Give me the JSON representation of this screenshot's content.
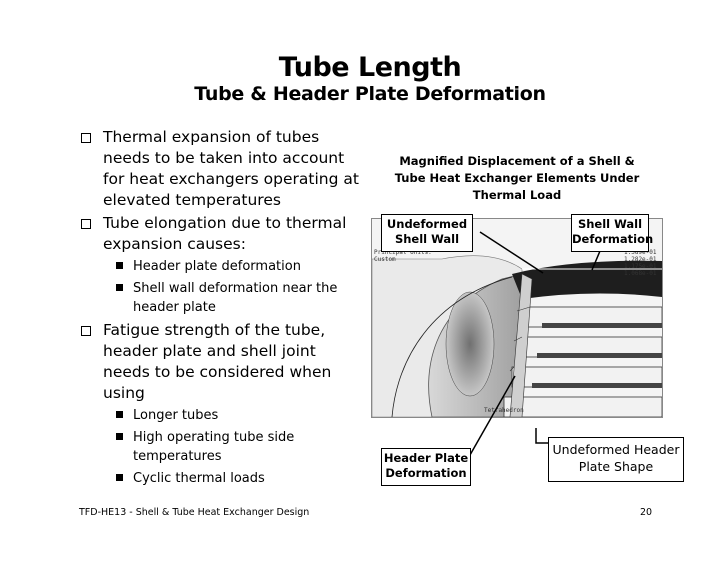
{
  "slide": {
    "title": "Tube Length",
    "subtitle": "Tube & Header Plate Deformation"
  },
  "bullets": [
    {
      "text": "Thermal expansion of tubes needs to be taken into account for heat exchangers operating at elevated temperatures",
      "level": 1
    },
    {
      "text": "Tube elongation due to thermal expansion causes:",
      "level": 1
    },
    {
      "text": "Header plate deformation",
      "level": 2
    },
    {
      "text": "Shell wall deformation near the header plate",
      "level": 2
    },
    {
      "text": "Fatigue strength of the tube, header plate and shell joint needs to be considered when using",
      "level": 1
    },
    {
      "text": "Longer tubes",
      "level": 2
    },
    {
      "text": "High operating tube side temperatures",
      "level": 2
    },
    {
      "text": "Cyclic thermal loads",
      "level": 2
    }
  ],
  "figure": {
    "caption": "Magnified Displacement of a Shell & Tube Heat Exchanger Elements Under Thermal Load",
    "legend_title": "Principal Units:",
    "legend_sub": "Custom",
    "legend_values": [
      "1.389e-01",
      "1.282e-01",
      "1.175e-01",
      "1.068e-01"
    ],
    "axis_note": "Tetrahedron",
    "callouts": {
      "undeformed_shell_wall": "Undeformed Shell Wall",
      "shell_wall_deformation": "Shell Wall Deformation",
      "header_plate_deformation": "Header Plate Deformation",
      "undeformed_header_plate_shape": "Undeformed Header Plate Shape"
    }
  },
  "footer": {
    "left": "TFD-HE13 - Shell & Tube Heat Exchanger Design",
    "page": "20"
  },
  "colors": {
    "text": "#000000",
    "background": "#ffffff",
    "fea_dark": "#1e1e1e",
    "fea_mid": "#8a8a8a",
    "fea_light": "#e4e4e4"
  }
}
